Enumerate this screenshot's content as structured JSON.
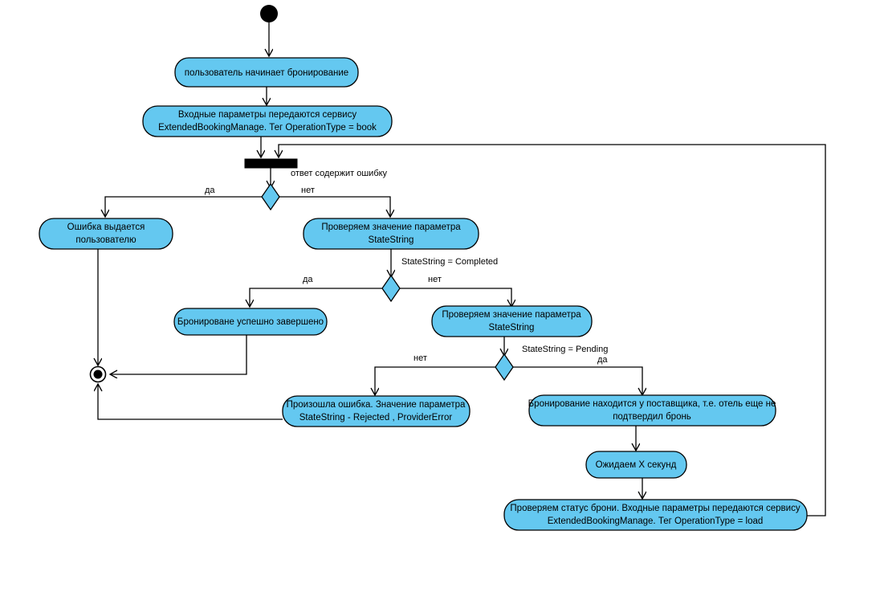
{
  "diagram": {
    "title": "UML Activity Diagram — Booking flow",
    "colors": {
      "node_fill": "#64c8f0",
      "stroke": "#000000",
      "background": "#ffffff",
      "text": "#000000"
    },
    "nodes": {
      "start": {
        "name": "start-node",
        "label": ""
      },
      "a1": {
        "label": "пользователь начинает бронирование"
      },
      "a2": {
        "line1": "Входные параметры передаются сервису",
        "line2": "ExtendedBookingManage. Тег OperationType = book"
      },
      "merge_bar": {
        "label": ""
      },
      "d1": {
        "label": "ответ содержит ошибку",
        "yes": "да",
        "no": "нет"
      },
      "a3": {
        "line1": "Ошибка выдается",
        "line2": "пользователю"
      },
      "a4": {
        "line1": "Проверяем значение параметра",
        "line2": "StateString"
      },
      "d2": {
        "label": "StateString = Completed",
        "yes": "да",
        "no": "нет"
      },
      "a5": {
        "label": "Бронироване успешно завершено"
      },
      "a6": {
        "line1": "Проверяем значение параметра",
        "line2": "StateString"
      },
      "d3": {
        "label": "StateString = Pending",
        "yes": "да",
        "no": "нет"
      },
      "a7": {
        "line1": "Произошла ошибка. Значение параметра",
        "line2": "StateString - Rejected , ProviderError"
      },
      "a8": {
        "line1": "Бронирование находится у поставщика, т.е. отель еще не",
        "line2": "подтвердил бронь"
      },
      "a9": {
        "label": "Ожидаем X секунд"
      },
      "a10": {
        "line1": "Проверяем статус брони. Входные параметры передаются сервису",
        "line2": "ExtendedBookingManage.  Тег OperationType = load"
      },
      "end": {
        "name": "end-node",
        "label": ""
      }
    }
  }
}
